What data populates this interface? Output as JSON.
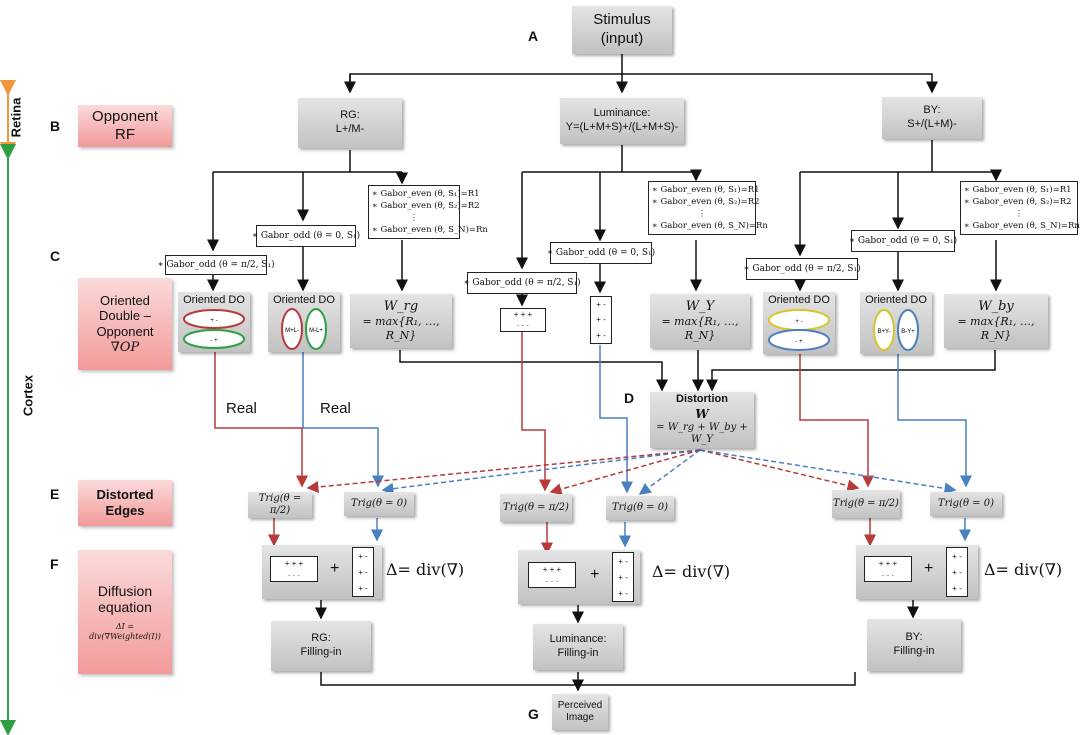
{
  "letters": [
    "A",
    "B",
    "C",
    "D",
    "E",
    "F",
    "G"
  ],
  "stimulus": "Stimulus\n(input)",
  "side": {
    "retina": "Retina",
    "cortex": "Cortex"
  },
  "rows": {
    "b": "Opponent\nRF",
    "c_line1": "Oriented\nDouble –\nOpponent",
    "c_line2": "∇OP",
    "e": "Distorted\nEdges",
    "f": "Diffusion\nequation",
    "f_formula": "ΔI =\ndiv(∇Weighted(I))"
  },
  "channels": {
    "rg": "RG:\nL+/M-",
    "lum": "Luminance:\nY=(L+M+S)+/(L+M+S)-",
    "by": "BY:\nS+/(L+M)-"
  },
  "gabor": {
    "odd_pi2": "∗ Gabor_odd (θ = π/2, S₁)",
    "odd_0": "∗ Gabor_odd (θ = 0, S₁)",
    "even_lines": [
      "∗ Gabor_even (θ, S₁)=R1",
      "∗ Gabor_even (θ, S₂)=R2",
      "⋮",
      "∗ Gabor_even (θ, S_N)=Rn"
    ]
  },
  "oriented_do": "Oriented DO",
  "weights": {
    "rg_sym": "W_rg",
    "y_sym": "W_Y",
    "by_sym": "W_by",
    "max": "= max{R₁, …, R_N}"
  },
  "distortion": {
    "title": "Distortion",
    "sym": "W",
    "formula": "= W_rg + W_by + W_Y"
  },
  "real": "Real",
  "trig": {
    "pi2": "Trig(θ = π/2)",
    "zero": "Trig(θ = 0)"
  },
  "plus": "+",
  "delta_eq": "Δ= div(∇)",
  "filling": {
    "rg": "RG:\nFilling-in",
    "lum": "Luminance:\nFilling-in",
    "by": "BY:\nFilling-in"
  },
  "perceived": "Perceived\nImage",
  "kernel": {
    "h": [
      "+ + +",
      "· · ·"
    ],
    "v": [
      "+ -",
      "+ -",
      "+ -"
    ]
  },
  "colors": {
    "red": "#b83a3a",
    "blue": "#4a7fc0",
    "orange": "#f0963c",
    "green": "#2ea043"
  }
}
